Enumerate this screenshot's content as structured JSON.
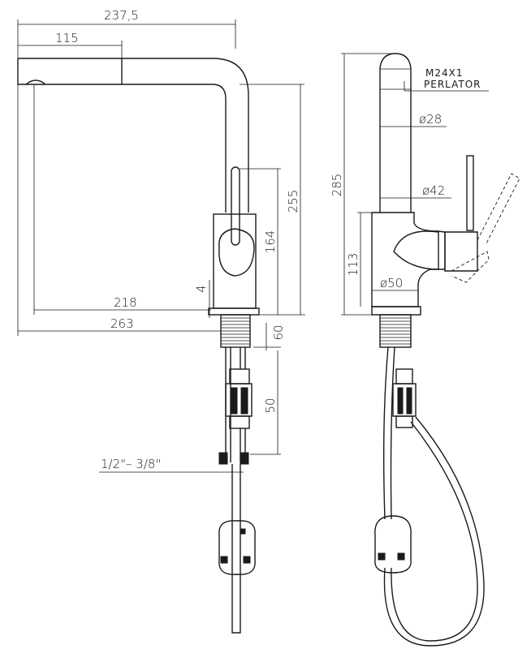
{
  "drawing": {
    "dimensions": {
      "total_reach": "237,5",
      "spout_length": "115",
      "base_to_outlet": "218",
      "base_width": "263",
      "spout_height": "255",
      "lever_height": "164",
      "plate_thickness": "4",
      "thread_length": "60",
      "hose_connector": "50",
      "connection_size": "1/2\"– 3/8\"",
      "total_height": "285",
      "body_height": "113",
      "body_diameter": "ø50",
      "column_diameter": "ø42",
      "spout_diameter": "ø28",
      "aerator_thread": "M24X1",
      "aerator_label": "PERLATOR"
    }
  }
}
